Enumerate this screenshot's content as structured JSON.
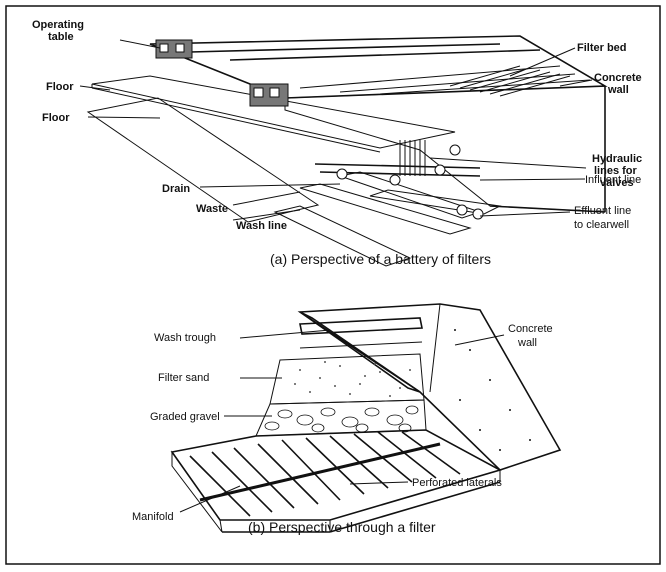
{
  "figure_a": {
    "caption": "(a) Perspective of a battery of filters",
    "labels": {
      "operating_table": [
        "Operating",
        "table"
      ],
      "filter_bed": "Filter bed",
      "concrete_wall": [
        "Concrete",
        "wall"
      ],
      "floor_upper": "Floor",
      "floor_lower": "Floor",
      "hydraulic_lines": [
        "Hydraulic",
        "lines for",
        "valves"
      ],
      "drain": "Drain",
      "waste": "Waste",
      "influent_line": "Influent line",
      "wash_line": "Wash line",
      "effluent_line": [
        "Effluent line",
        "to clearwell"
      ]
    }
  },
  "figure_b": {
    "caption": "(b) Perspective through a filter",
    "labels": {
      "wash_trough": "Wash trough",
      "concrete_wall": [
        "Concrete",
        "wall"
      ],
      "filter_sand": "Filter sand",
      "graded_gravel": "Graded gravel",
      "perforated_laterals": "Perforated laterals",
      "manifold": "Manifold"
    }
  }
}
